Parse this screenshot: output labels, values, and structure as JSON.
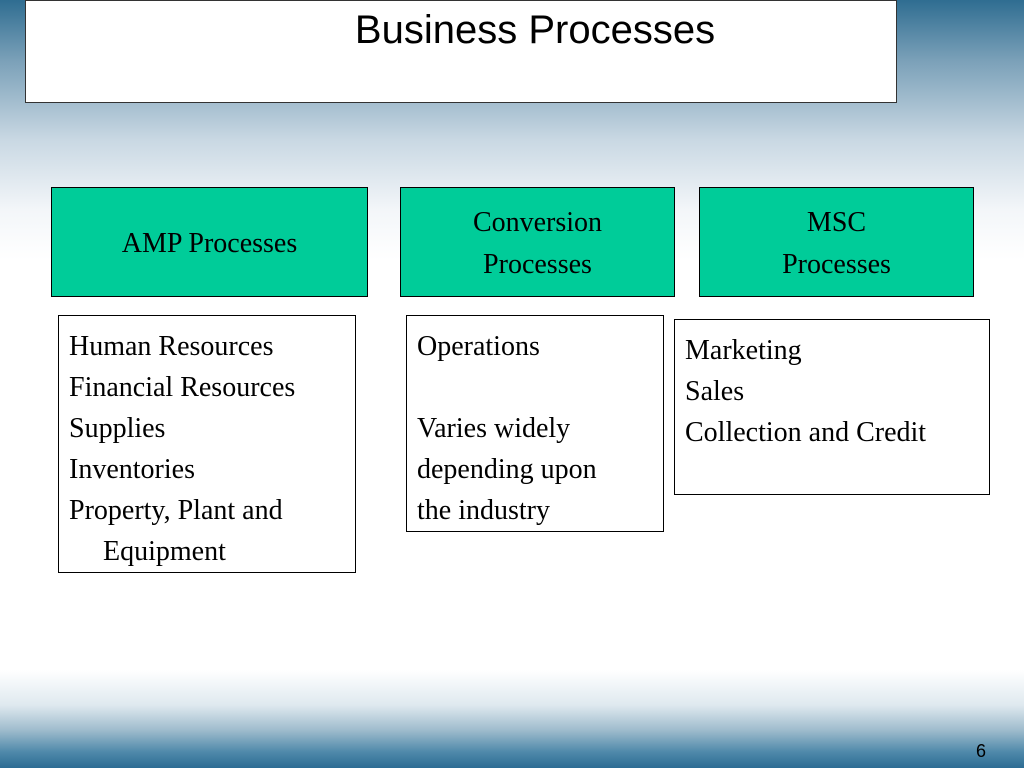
{
  "slide": {
    "title": "Business Processes",
    "page_number": "6"
  },
  "columns": [
    {
      "header": "AMP Processes",
      "items": [
        "Human Resources",
        "Financial Resources",
        "Supplies",
        "Inventories",
        "Property, Plant and\nEquipment"
      ]
    },
    {
      "header": "Conversion\nProcesses",
      "items": [
        "Operations",
        "Varies widely",
        "depending upon",
        "the industry"
      ]
    },
    {
      "header": "MSC\nProcesses",
      "items": [
        "Marketing",
        "Sales",
        "Collection and Credit"
      ]
    }
  ],
  "colors": {
    "header_fill": "#00cc99",
    "background_accent": "#2c6c93"
  }
}
